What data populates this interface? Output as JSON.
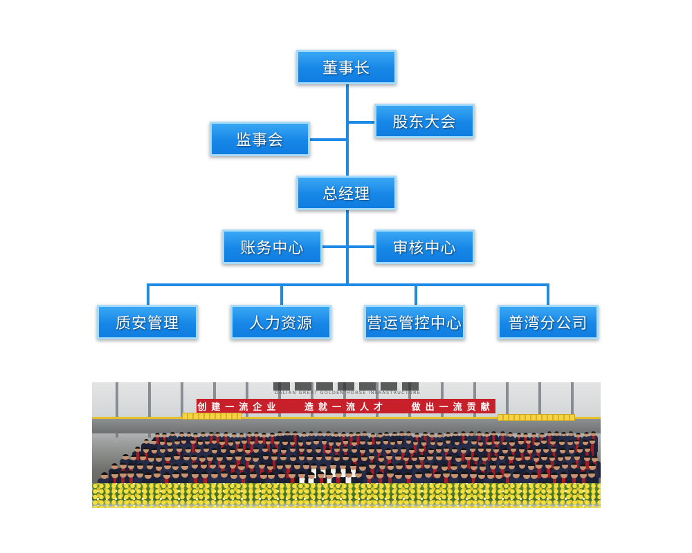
{
  "org": {
    "chairman": "董事长",
    "shareholders_meeting": "股东大会",
    "supervisory_board": "监事会",
    "general_manager": "总经理",
    "accounting_center": "账务中心",
    "audit_center": "审核中心",
    "departments": [
      "质安管理",
      "人力资源",
      "营运管控中心",
      "普湾分公司"
    ]
  },
  "photo": {
    "banner": "创建一流企业   造就一流人才   做出一流贡献",
    "sign_en": "DALIAN GREAT GOLDEN HORSE INFRASTRUCTURE"
  },
  "colors": {
    "node_fill": "#1a8be8",
    "node_border": "#a7dbfb",
    "connector": "#1d8ae6",
    "banner": "#c8202a"
  }
}
